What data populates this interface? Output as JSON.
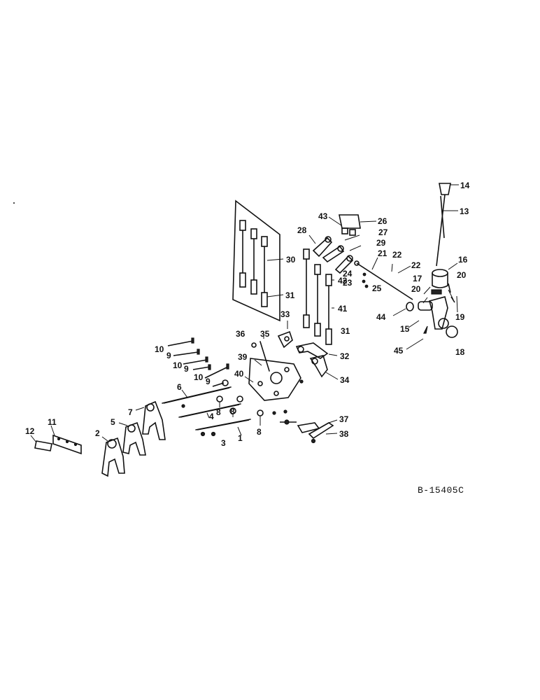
{
  "drawing": {
    "id": "B-15405C",
    "callouts": [
      "1",
      "2",
      "3",
      "4",
      "5",
      "6",
      "7",
      "8",
      "9",
      "10",
      "11",
      "12",
      "13",
      "14",
      "15",
      "16",
      "17",
      "18",
      "19",
      "20",
      "21",
      "22",
      "23",
      "24",
      "25",
      "26",
      "27",
      "28",
      "29",
      "30",
      "31",
      "32",
      "33",
      "34",
      "35",
      "36",
      "37",
      "38",
      "39",
      "40",
      "41",
      "42",
      "43",
      "44",
      "45"
    ]
  }
}
